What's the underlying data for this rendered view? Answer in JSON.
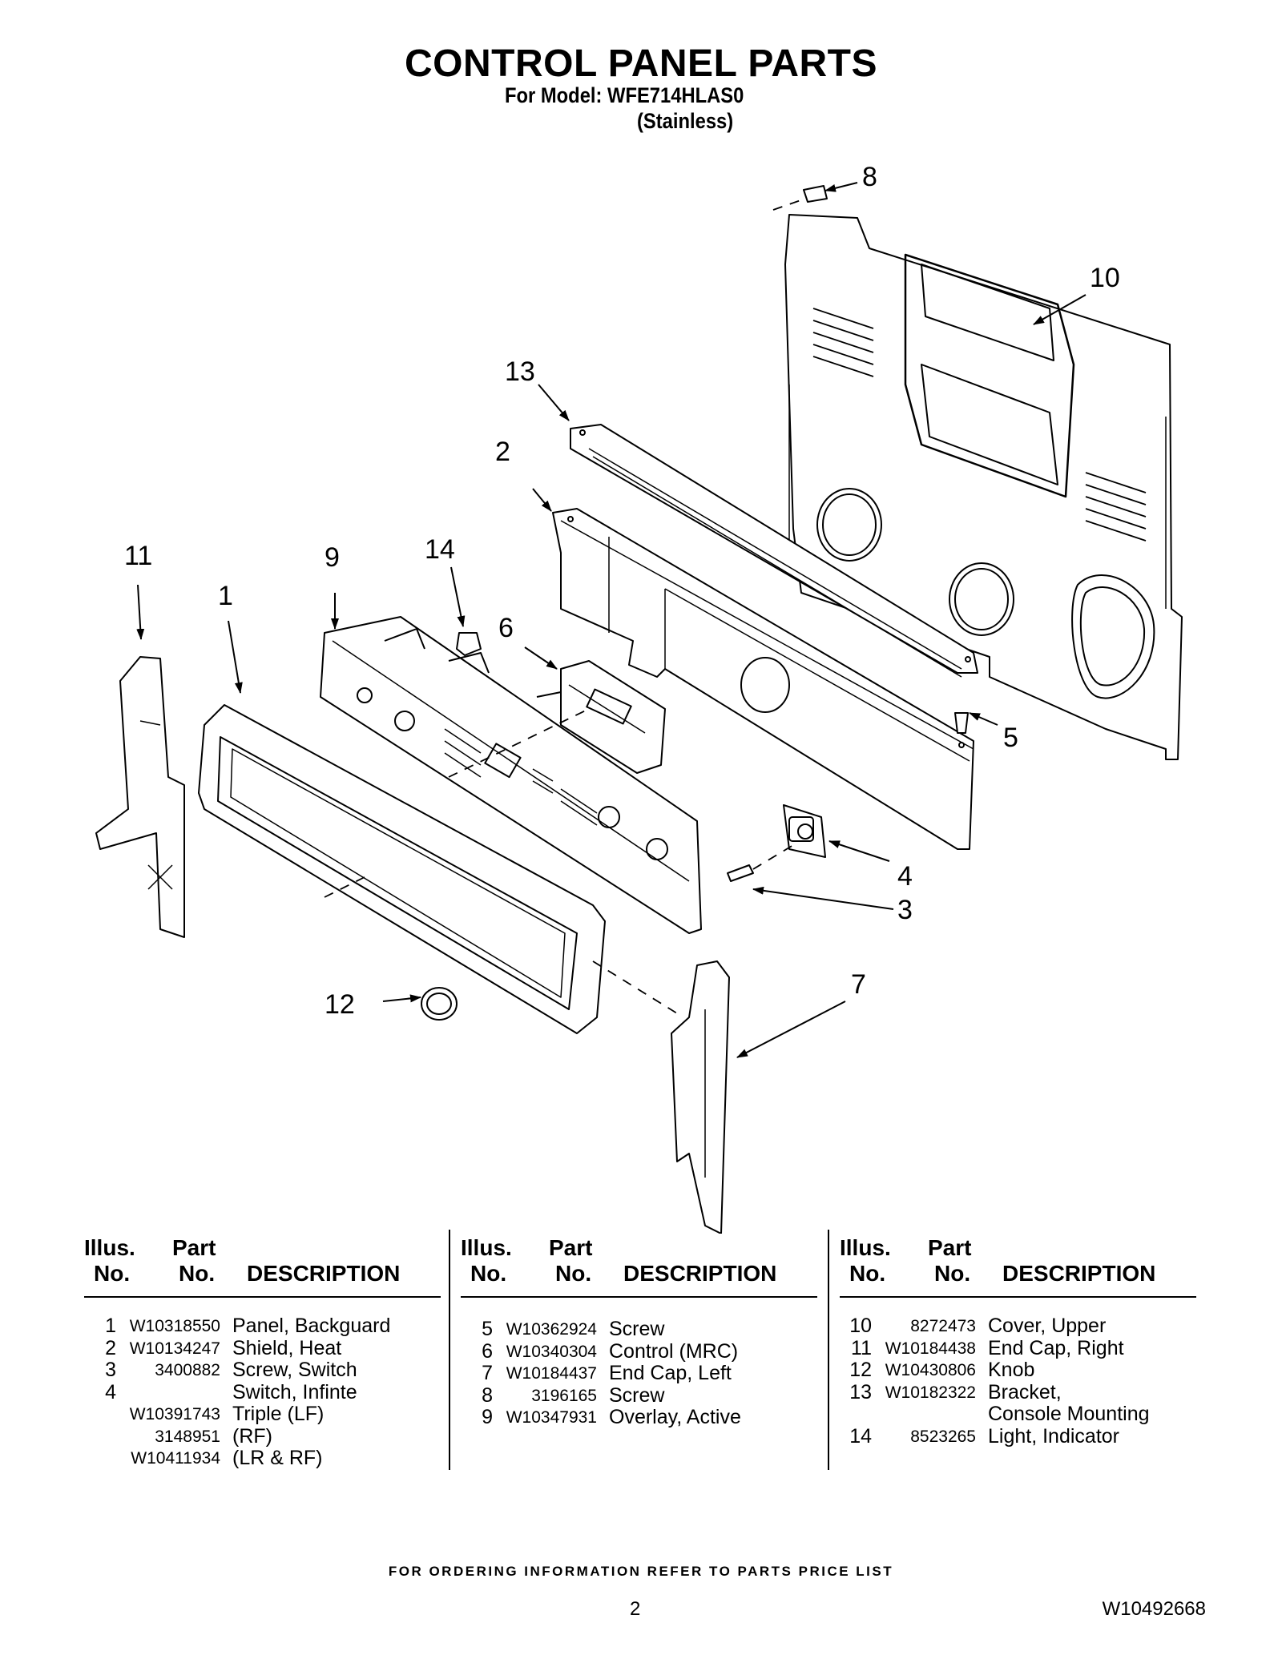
{
  "header": {
    "title": "CONTROL PANEL PARTS",
    "model_line": "For Model: WFE714HLAS0",
    "finish_line": "(Stainless)"
  },
  "callouts": [
    "1",
    "2",
    "3",
    "4",
    "5",
    "6",
    "7",
    "8",
    "9",
    "10",
    "11",
    "12",
    "13",
    "14"
  ],
  "table": {
    "headers": {
      "illus_1": "Illus.",
      "illus_2": "No.",
      "part_1": "Part",
      "part_2": "No.",
      "description": "DESCRIPTION"
    },
    "columns": [
      [
        {
          "no": "1",
          "part": "W10318550",
          "desc": "Panel, Backguard"
        },
        {
          "no": "2",
          "part": "W10134247",
          "desc": "Shield, Heat"
        },
        {
          "no": "3",
          "part": "3400882",
          "desc": "Screw, Switch"
        },
        {
          "no": "4",
          "part": "",
          "desc": "Switch, Infinte"
        },
        {
          "no": "",
          "part": "W10391743",
          "desc": "Triple (LF)"
        },
        {
          "no": "",
          "part": "3148951",
          "desc": "(RF)"
        },
        {
          "no": "",
          "part": "W10411934",
          "desc": "(LR & RF)"
        }
      ],
      [
        {
          "no": "5",
          "part": "W10362924",
          "desc": "Screw"
        },
        {
          "no": "6",
          "part": "W10340304",
          "desc": "Control (MRC)"
        },
        {
          "no": "7",
          "part": "W10184437",
          "desc": "End Cap, Left"
        },
        {
          "no": "8",
          "part": "3196165",
          "desc": "Screw"
        },
        {
          "no": "9",
          "part": "W10347931",
          "desc": "Overlay, Active"
        }
      ],
      [
        {
          "no": "10",
          "part": "8272473",
          "desc": "Cover, Upper"
        },
        {
          "no": "11",
          "part": "W10184438",
          "desc": "End Cap, Right"
        },
        {
          "no": "12",
          "part": "W10430806",
          "desc": "Knob"
        },
        {
          "no": "13",
          "part": "W10182322",
          "desc": "Bracket,"
        },
        {
          "no": "",
          "part": "",
          "desc": "Console Mounting"
        },
        {
          "no": "14",
          "part": "8523265",
          "desc": "Light, Indicator"
        }
      ]
    ]
  },
  "footer": {
    "ordering_note": "FOR ORDERING INFORMATION REFER TO PARTS PRICE LIST",
    "page_number": "2",
    "doc_number": "W10492668"
  }
}
